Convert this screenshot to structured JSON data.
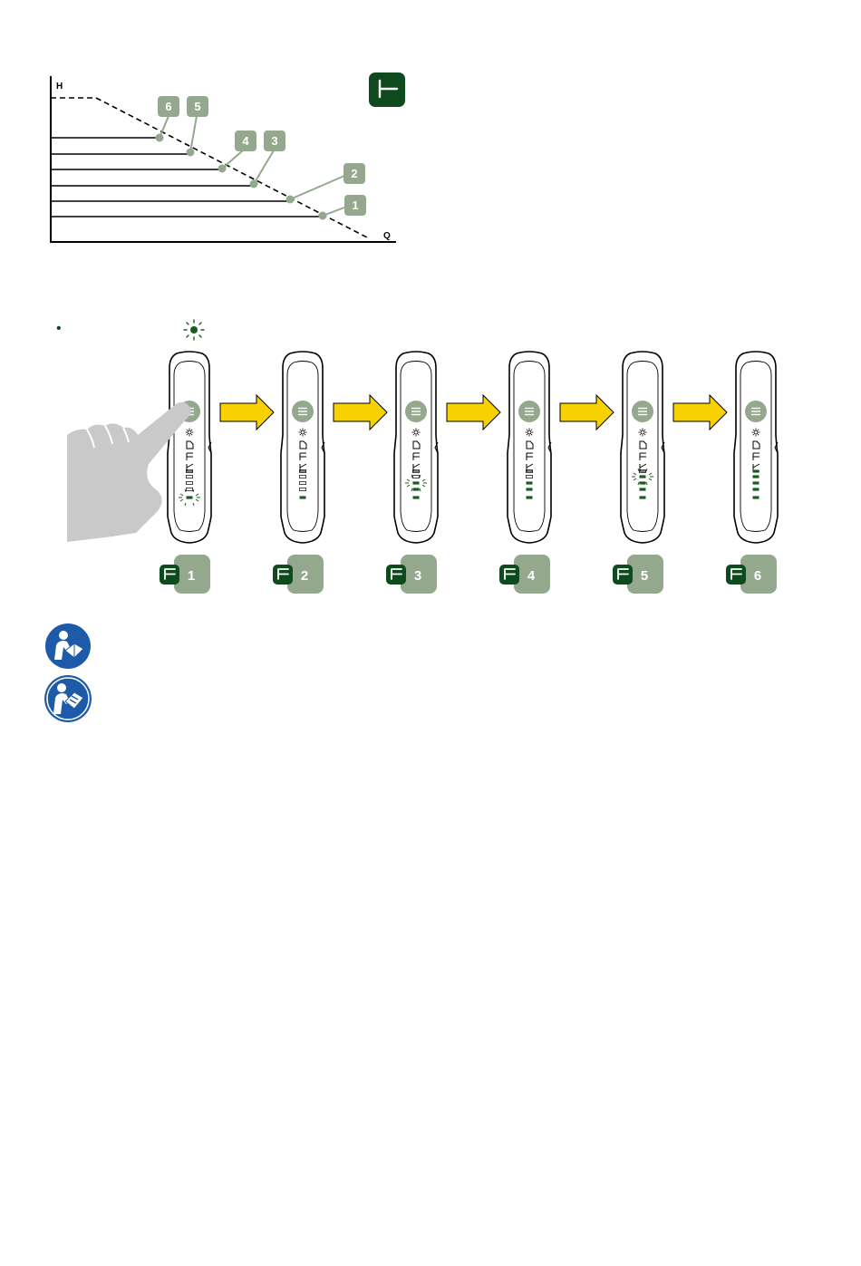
{
  "curve_chart": {
    "y_axis_label": "H",
    "x_axis_label": "Q",
    "curve_labels": [
      "1",
      "2",
      "3",
      "4",
      "5",
      "6"
    ],
    "mode_icon": "constant-curve-icon"
  },
  "sequence": {
    "bullet": "•",
    "blink_icon": "blinking-led-icon",
    "touch_icon": "hand-pointer-icon",
    "step_labels": [
      "1",
      "2",
      "3",
      "4",
      "5",
      "6"
    ],
    "panel_icons": [
      "menu-button-icon",
      "sun-icon",
      "proportional-pressure-icon",
      "constant-curve-icon",
      "auto-adapt-icon",
      "setting-level-icon"
    ],
    "arrow_color": "#f7d100"
  },
  "notes": {
    "icons": [
      "read-manual-icon",
      "consult-manual-icon"
    ]
  },
  "colors": {
    "dark_green": "#0e4a1d",
    "sage": "#93a88c",
    "led_green": "#1a5c1f",
    "blue": "#1d5aa8"
  }
}
